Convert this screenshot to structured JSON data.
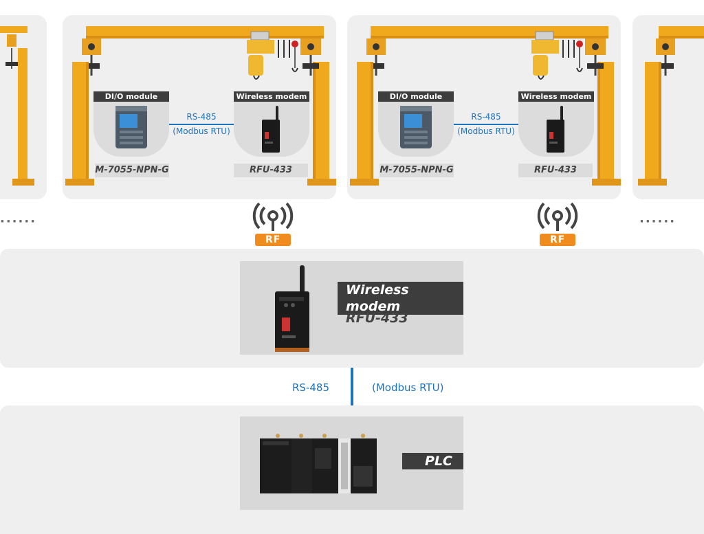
{
  "crane_units": [
    {
      "dio_header": "DI/O module",
      "dio_model": "M-7055-NPN-G",
      "modem_header": "Wireless modem",
      "modem_model": "RFU-433",
      "link_protocol": "RS-485",
      "link_mode": "(Modbus RTU)",
      "rf_label": "RF"
    },
    {
      "dio_header": "DI/O module",
      "dio_model": "M-7055-NPN-G",
      "modem_header": "Wireless modem",
      "modem_model": "RFU-433",
      "link_protocol": "RS-485",
      "link_mode": "(Modbus RTU)",
      "rf_label": "RF"
    }
  ],
  "more_left": "······",
  "more_right": "······",
  "master_modem": {
    "header": "Wireless modem",
    "model": "RFU-433"
  },
  "bus": {
    "protocol": "RS-485",
    "mode": "(Modbus RTU)"
  },
  "plc": {
    "header": "PLC"
  },
  "colors": {
    "crane": "#f0a81c",
    "link": "#1e73be",
    "rf": "#f08c1e",
    "panel": "#efefef",
    "header": "#3d3d3d"
  },
  "icons": [
    "crane-icon",
    "hoist-icon",
    "dio-module-icon",
    "wireless-modem-icon",
    "antenna-signal-icon",
    "plc-icon"
  ]
}
